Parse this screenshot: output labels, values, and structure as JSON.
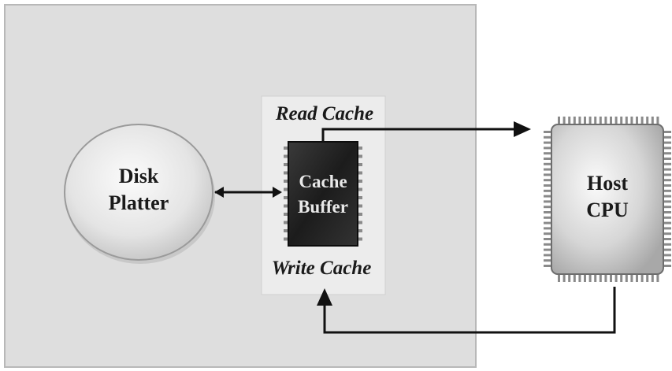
{
  "diagram": {
    "disk": {
      "line1": "Disk",
      "line2": "Platter"
    },
    "cache_buffer": {
      "line1": "Cache",
      "line2": "Buffer"
    },
    "read_cache_label": "Read Cache",
    "write_cache_label": "Write Cache",
    "cpu": {
      "line1": "Host",
      "line2": "CPU"
    }
  },
  "colors": {
    "drive_panel": "#dcdcdc",
    "cache_panel": "#e8e8e8",
    "cache_chip": "#262626",
    "arrow": "#111111"
  }
}
